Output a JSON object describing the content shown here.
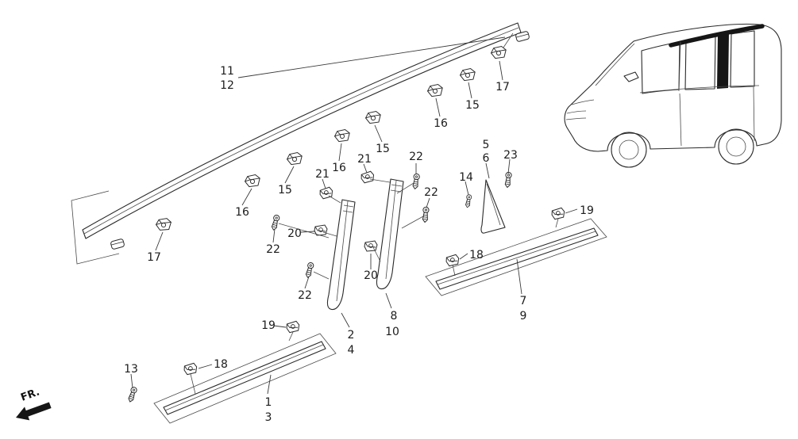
{
  "diagram": {
    "fr_label": "FR.",
    "colors": {
      "line": "#2a2a2a",
      "thin_line": "#4a4a4a",
      "black_fill": "#161616",
      "background": "#ffffff"
    },
    "callouts": {
      "roof_molding_upper": "11",
      "roof_molding_lower": "12",
      "clip17_top": "17",
      "clip15_c": "15",
      "clip16_c": "16",
      "clip15_b": "15",
      "clip16_b": "16",
      "clip15_a": "15",
      "clip16_a": "16",
      "clip17_left": "17",
      "clip21_a": "21",
      "clip21_b": "21",
      "screw22_a": "22",
      "screw22_b": "22",
      "screw22_c": "22",
      "screw22_d": "22",
      "clip20_a": "20",
      "clip20_b": "20",
      "quarter_trim_upper": "5",
      "quarter_trim_lower": "6",
      "screw23": "23",
      "screw14": "14",
      "clip19_right": "19",
      "clip18_right": "18",
      "molding7": "7",
      "molding9": "9",
      "pillar2": "2",
      "pillar4": "4",
      "pillar8": "8",
      "pillar10": "10",
      "clip19_bottom": "19",
      "clip18_bottom": "18",
      "screw13": "13",
      "molding1": "1",
      "molding3": "3"
    }
  }
}
